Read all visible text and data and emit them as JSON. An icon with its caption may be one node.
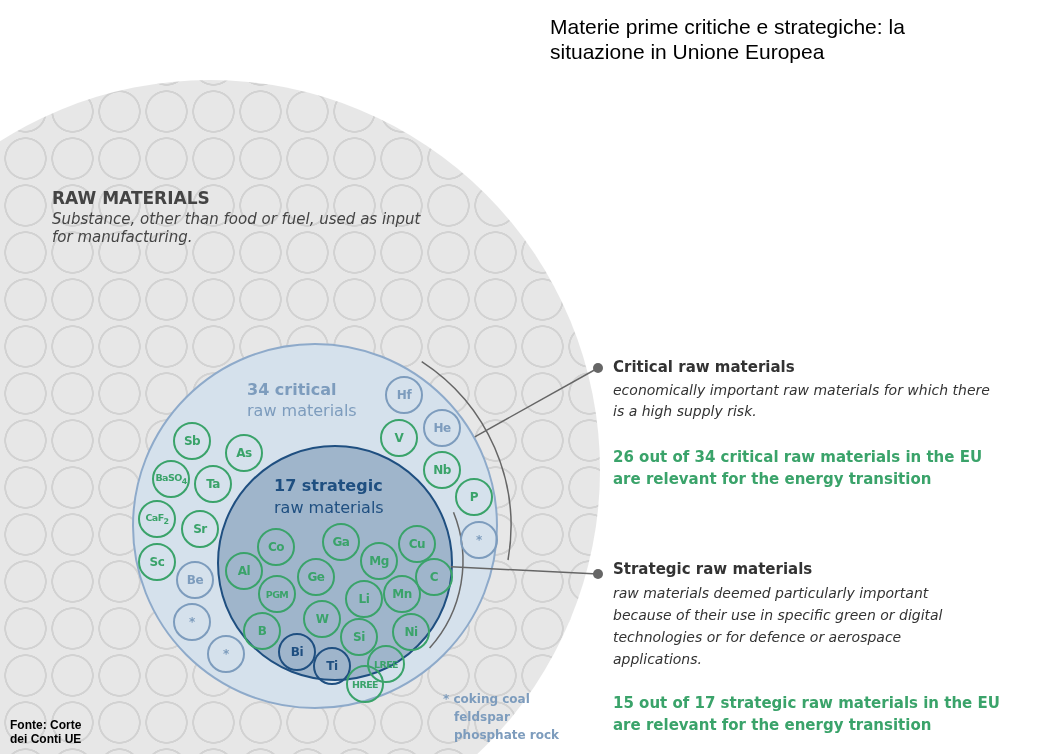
{
  "diagram": {
    "title": "Materie prime critiche e strategiche: la situazione in Unione Europea",
    "caption": "Fonte: Corte dei Conti UE",
    "nodes": [
      {
        "text": [
          "RAW MATERIALS",
          "Substance, other than food or fuel, used as input for manufacturing."
        ]
      },
      {
        "text": [
          "34 critical",
          "raw materials"
        ],
        "in": 0
      },
      {
        "text": [
          "Sb"
        ],
        "in": 1
      },
      {
        "text": [
          "As"
        ],
        "in": 1
      },
      {
        "text": [
          "BaSO$_{4}$"
        ],
        "in": 1
      },
      {
        "text": [
          "Ta"
        ],
        "in": 1
      },
      {
        "text": [
          "CaF$_{2}$"
        ],
        "in": 1
      },
      {
        "text": [
          "Sr"
        ],
        "in": 1
      },
      {
        "text": [
          "Sc"
        ],
        "in": 1
      },
      {
        "text": [
          "Be"
        ],
        "in": 1
      },
      {
        "text": [
          "*"
        ],
        "in": 1
      },
      {
        "text": [
          "*"
        ],
        "in": 1
      },
      {
        "text": [
          "Hf"
        ],
        "in": 1
      },
      {
        "text": [
          "He"
        ],
        "in": 1
      },
      {
        "text": [
          "V"
        ],
        "in": 1
      },
      {
        "text": [
          "Nb"
        ],
        "in": 1
      },
      {
        "text": [
          "P"
        ],
        "in": 1
      },
      {
        "text": [
          "*"
        ],
        "in": 1
      },
      {
        "text": [
          "17 strategic",
          "raw materials"
        ],
        "in": 1
      },
      {
        "text": [
          "Co"
        ],
        "in": 18
      },
      {
        "text": [
          "Ga"
        ],
        "in": 18
      },
      {
        "text": [
          "Cu"
        ],
        "in": 18
      },
      {
        "text": [
          "Al"
        ],
        "in": 18
      },
      {
        "text": [
          "Mg"
        ],
        "in": 18
      },
      {
        "text": [
          "Ge"
        ],
        "in": 18
      },
      {
        "text": [
          "C"
        ],
        "in": 18
      },
      {
        "text": [
          "PGM"
        ],
        "in": 18
      },
      {
        "text": [
          "Li"
        ],
        "in": 18
      },
      {
        "text": [
          "Mn"
        ],
        "in": 18
      },
      {
        "text": [
          "W"
        ],
        "in": 18
      },
      {
        "text": [
          "B"
        ],
        "in": 18
      },
      {
        "text": [
          "Si"
        ],
        "in": 18
      },
      {
        "text": [
          "Ni"
        ],
        "in": 18
      },
      {
        "text": [
          "Bi"
        ],
        "in": 18
      },
      {
        "text": [
          "Ti"
        ],
        "in": 18
      },
      {
        "text": [
          "LREE"
        ],
        "in": 18
      },
      {
        "text": [
          "HREE"
        ],
        "in": 1
      },
      {
        "text": [
          "Critical raw materials",
          "economically important raw materials for which there is a high supply risk.",
          "26 out of 34 critical raw materials in the EU are relevant for the energy transition"
        ]
      },
      {
        "text": [
          "Strategic raw materials",
          "raw materials deemed particularly important because of their use in specific green or digital technologies or for defence or aerospace applications.",
          "15 out of 17 strategic raw materials in the EU are relevant for the energy transition"
        ]
      }
    ],
    "edges": [
      {
        "from": 37,
        "to": 1,
        "arrow": "other"
      },
      {
        "from": 38,
        "to": 18,
        "arrow": "other"
      }
    ],
    "labels": [
      "* coking coal",
      "feldspar",
      "phosphate rock"
    ]
  }
}
